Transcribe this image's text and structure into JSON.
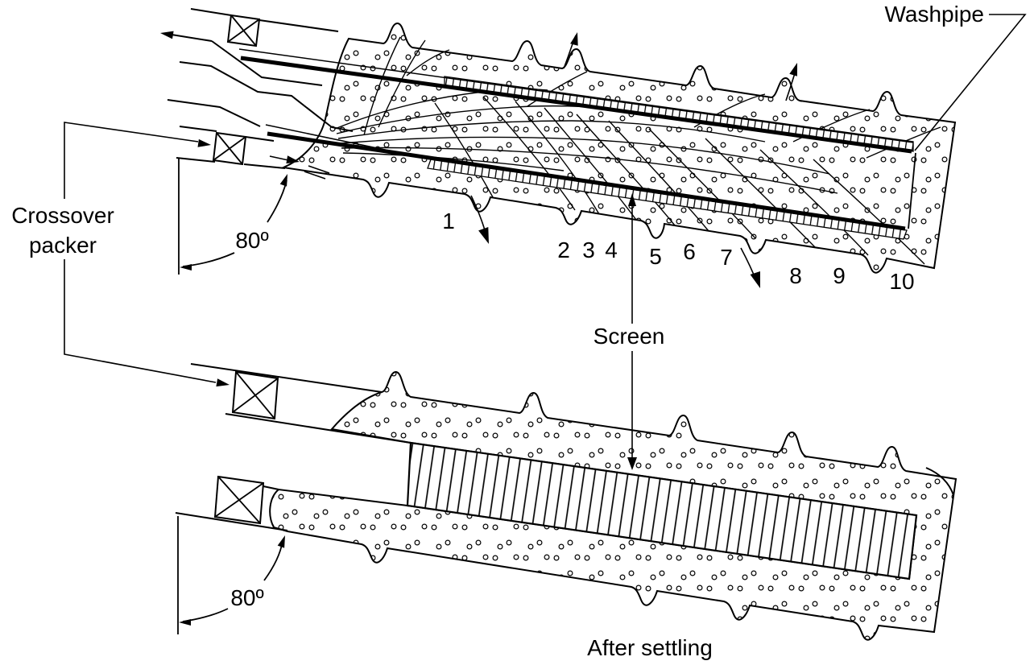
{
  "diagram": {
    "labels": {
      "washpipe": "Washpipe",
      "crossover_line1": "Crossover",
      "crossover_line2": "packer",
      "screen": "Screen",
      "angle_top": "80º",
      "angle_bottom": "80º",
      "caption": "After settling"
    },
    "stages": [
      "1",
      "2",
      "3",
      "4",
      "5",
      "6",
      "7",
      "8",
      "9",
      "10"
    ],
    "colors": {
      "ink": "#000000",
      "paper": "#ffffff"
    }
  }
}
